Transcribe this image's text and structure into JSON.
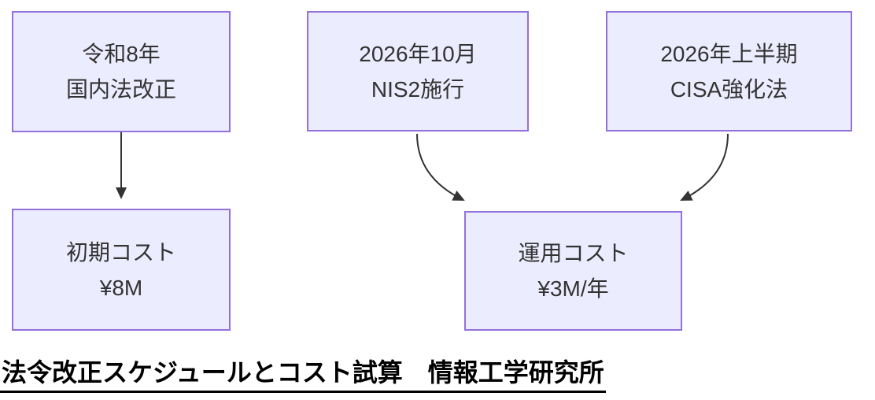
{
  "diagram": {
    "type": "flowchart",
    "direction": "top-down",
    "title": "法令改正スケジュールとコスト試算　情報工学研究所",
    "nodes": [
      {
        "id": "reiwa8",
        "line1": "令和8年",
        "line2": "国内法改正"
      },
      {
        "id": "nis2",
        "line1": "2026年10月",
        "line2": "NIS2施行"
      },
      {
        "id": "cisa",
        "line1": "2026年上半期",
        "line2": "CISA強化法"
      },
      {
        "id": "initial-cost",
        "line1": "初期コスト",
        "line2": "¥8M"
      },
      {
        "id": "operating-cost",
        "line1": "運用コスト",
        "line2": "¥3M/年"
      }
    ],
    "edges": [
      {
        "from": "reiwa8",
        "to": "initial-cost"
      },
      {
        "from": "nis2",
        "to": "operating-cost"
      },
      {
        "from": "cisa",
        "to": "operating-cost"
      }
    ],
    "colors": {
      "node_fill": "#ECECFF",
      "node_border": "#9370DB",
      "node_text": "#333333",
      "edge": "#333333",
      "title_text": "#000000",
      "background": "#ffffff"
    }
  }
}
